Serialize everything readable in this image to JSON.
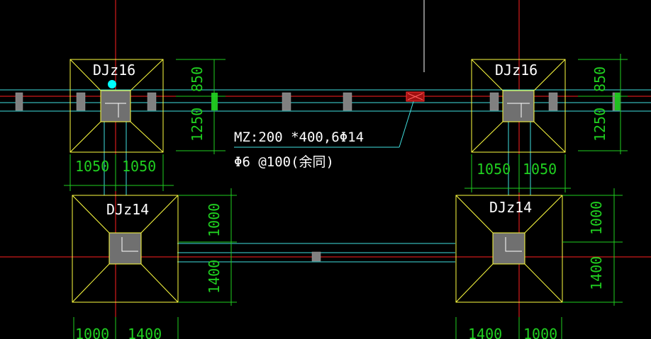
{
  "colors": {
    "background": "#000000",
    "footing": "#ffff40",
    "column_fill": "#707070",
    "axis": "#ff2020",
    "beam": "#40e0e0",
    "dimension": "#20d020",
    "text": "#ffffff",
    "selected": "#ff3030",
    "grip": "#00ffff"
  },
  "footings": [
    {
      "id": "fA",
      "label": "DJz16"
    },
    {
      "id": "fB",
      "label": "DJz16"
    },
    {
      "id": "fC",
      "label": "DJz14"
    },
    {
      "id": "fD",
      "label": "DJz14"
    }
  ],
  "annotation": {
    "line1": "MZ:200 *400,6Φ14",
    "line2": "Φ6 @100(余同)"
  },
  "dimensions": {
    "top_left_vertical": [
      "850",
      "1250"
    ],
    "top_left_horizontal": [
      "1050",
      "1050"
    ],
    "top_right_vertical": [
      "850",
      "1250"
    ],
    "top_right_horizontal": [
      "1050",
      "1050"
    ],
    "bottom_middle_vertical": [
      "1000",
      "1400"
    ],
    "bottom_right_vertical": [
      "1000",
      "1400"
    ],
    "bottom_left_horizontal": [
      "1000",
      "1400"
    ],
    "bottom_right_horizontal": [
      "1400",
      "1000"
    ]
  }
}
